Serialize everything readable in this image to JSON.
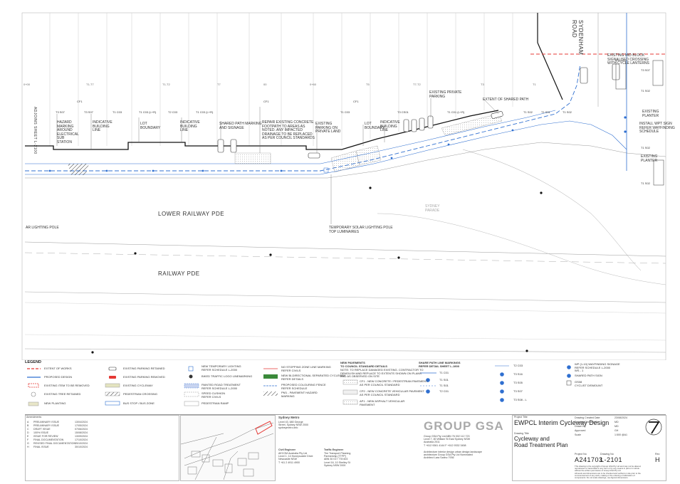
{
  "roads": {
    "lower_railway": "LOWER RAILWAY PDE",
    "railway": "RAILWAY PDE",
    "sydenham": "SYDENHAM ROAD",
    "adjoins": "ADJOINS SHEET L-2100"
  },
  "chainages": [
    "0+00",
    "T1-T7",
    "T1-T2",
    "T1-T3",
    "T7",
    "T7",
    "0+60",
    "00",
    "0+60",
    "T5",
    "T7-T2",
    "T3",
    "T1",
    "T1-T3",
    "T1-T3",
    "T1-T4",
    "T1-T5",
    "T1-T2"
  ],
  "callouts": [
    {
      "id": "c1",
      "text": "HAZARD\nMARKING\nAROUND\nELECTRICAL\nSUB\nSTATION"
    },
    {
      "id": "c2",
      "text": "INDICATIVE\nBUILDING\nLINE"
    },
    {
      "id": "c3",
      "text": "LOT\nBOUNDARY"
    },
    {
      "id": "c4",
      "text": "INDICATIVE\nBUILDING\nLINE"
    },
    {
      "id": "c5",
      "text": "SHARED PATH MARKING\nAND SIGNAGE"
    },
    {
      "id": "c6",
      "text": "REPAIR EXISTING CONCRETE\nFOOTPATH TO AREAS AS\nNOTED. ANY IMPACTED\nDRAINAGE TO BE REPLACED\nAS PER COUNCIL STANDARDS"
    },
    {
      "id": "c7",
      "text": "EXISTING\nPARKING ON\nPRIVATE LAND"
    },
    {
      "id": "c8",
      "text": "LOT\nBOUNDARY"
    },
    {
      "id": "c9",
      "text": "INDICATIVE\nBUILDING\nLINE"
    },
    {
      "id": "c10",
      "text": "EXISTING PRIVATE\nPARKING"
    },
    {
      "id": "c11",
      "text": "EXTENT OF SHARED PATH"
    },
    {
      "id": "c12",
      "text": "EXISTING MID BLOCK\nSIGNALISED CROSSING\nWITH CYCLE LANTERNS"
    },
    {
      "id": "c13",
      "text": "EXISTING\nPLANTER"
    },
    {
      "id": "c14",
      "text": "INSTALL WPT SIGN\nREFER WAYFINDING\nSCHEDULE"
    },
    {
      "id": "c15",
      "text": "EXISTING\nPLANTER"
    },
    {
      "id": "c16",
      "text": "TEMPORARY SOLAR LIGHTING POLE\nTOP LUMINAIRES"
    },
    {
      "id": "c17",
      "text": "SYDNEY\nPARADE"
    },
    {
      "id": "c18",
      "text": "AR LIGHTING POLE"
    }
  ],
  "codes": [
    "T3 S07",
    "T3 S07",
    "T1 C03",
    "T1 C03 (L+R)",
    "T2 C03",
    "T1 C03 (L+R)",
    "CF1",
    "CF1",
    "T1 C03",
    "CF1",
    "T3 CS01",
    "T1 C01 (L+R)",
    "T1 S02",
    "T1 S01",
    "T1 S02",
    "T3 S07",
    "T1 S02",
    "T1 S02",
    "T1 S02"
  ],
  "legend": {
    "title": "LEGEND",
    "col1": [
      "EXTENT OF WORKS",
      "PROPOSED DESIGN",
      "EXISTING ITEM TO BE REMOVED",
      "EXISTING TREE RETAINED",
      "NEW PLANTING"
    ],
    "col2": [
      "EXISTING PARKING RETAINED",
      "EXISTING PARKING REMOVED",
      "EXISTING CYCLEWAY",
      "PEDESTRIAN CROSSING",
      "BUS STOP / BUS ZONE"
    ],
    "col3": [
      "NEW TEMPORARY LIGHTING\nREFER SCHEDULE L-2000",
      "BIKED TRAFFIC LOGO LINEMARKING",
      "PAINTED ROAD TREATMENT\nREFER SCHEDULE L-2000",
      "SPEED CUSHION\nREFER CIVILS",
      "PEDESTRIAN RAMP"
    ],
    "col4": [
      "NO STOPPING ZONE LINE MARKING\nREFER CIVILS",
      "NEW BI-DIRECTIONAL SEPARATED CYCLEWAY\nREFER DETAILS",
      "PROPOSED COLOURING FENCE\nREFER SCHEDULE",
      "PM1 - PAVEMENT HAZARD\nMARKING"
    ],
    "col5_title": "NEW PAVEMENTS\nTO COUNCIL STANDARD DETAILS",
    "col5_note": "NOTE: TO REPLACE DAMAGED EXISTING. CONTRACTOR TO\nDEMOLISH AND REPLACE TO EXTENTS SHOWN ON PLANS\nAND AS OBSERVED ON SITE",
    "col5": [
      "CF1 - NEW CONCRETE / PEDESTRIAN PAVEMENT\nAS PER COUNCIL STANDARD",
      "CP2 - NEW CONCRETE VEHICULAR PAVEMENT\nAS PER COUNCIL STANDARD",
      "AP1 - NEW ASPHALT VEHICULAR\nPAVEMENT"
    ],
    "col6_title": "SHARE PATH LINE MARKINGS\nREFER DETAIL SHEET L-1900",
    "col6": [
      "T1 C01",
      "T1 S01",
      "T1 S01",
      "T2 C01"
    ],
    "col7": [
      "T2 C03",
      "T3 S16",
      "T3 S05",
      "T3 S07",
      "T3 S08 - L"
    ],
    "col8": [
      "WP (1-10) WAYFINDING SIGNAGE\nREFER SCHEDULE L-2000\nWS - 1",
      "SHARED PATH SIGN",
      "GS08\nCYCLIST DISMOUNT"
    ]
  },
  "titleblock": {
    "amendments_label": "Amendments",
    "amendments": [
      {
        "rev": "A",
        "desc": "PRELIMINARY ISSUE",
        "date": "13/04/2024"
      },
      {
        "rev": "B",
        "desc": "PRELIMINARY ISSUE",
        "date": "17/05/2024"
      },
      {
        "rev": "C",
        "desc": "DRAFT ISSUE",
        "date": "07/06/2024"
      },
      {
        "rev": "D",
        "desc": "100% ISSUE",
        "date": "15/08/2024"
      },
      {
        "rev": "E",
        "desc": "ISSUE FOR REVIEW",
        "date": "13/09/2024"
      },
      {
        "rev": "F",
        "desc": "FINAL DOCUMENTATION",
        "date": "17/10/2024"
      },
      {
        "rev": "G",
        "desc": "REVISED FINAL DOCUMENTATION",
        "date": "25/10/2024"
      },
      {
        "rev": "H",
        "desc": "FINAL ISSUE",
        "date": "30/10/2024"
      }
    ],
    "client_name": "Sydney Metro",
    "client_addr": "Level 43, 680 George\nStreet, Sydney NSW 2000\nsydneymetro.info",
    "civil_label": "Civil Engineer",
    "civil": "AECOM Australia Pty Ltd\nLevel 1, 14 Honeysuckle Drive\nNewcastle NSW\nT +61 2 4911 4900",
    "traffic_label": "Traffic Engineer",
    "traffic": "The Transport Planning\nPartnership (TTPP)\nABN 30 017 778 603\nLevel 16, 10 Shelley St\nSydney NSW 2000",
    "logo": "GROUP GSA",
    "firm": "Group GSA Pty Ltd  ABN 76 002 112 723\nLevel 7, 80 William St East Sydney NSW\nAustralia 2011\nT +612 9361 4144   F +612 9332 3458",
    "firm_note": "Architecture interior design urban design landscape\narchitecture Group GSA Pty Ltd Nominated\nArchitect Lara Sarino 7936",
    "project_label": "Project Title",
    "project": "EWPCL Interim Cycleway Design",
    "drawing_label": "Drawing Title",
    "drawing": "Cycleway and\nRoad Treatment Plan",
    "meta": [
      {
        "k": "Drawing Created Date",
        "v": "23/08/2024"
      },
      {
        "k": "Drawing Checked By",
        "v": "MD"
      },
      {
        "k": "Drawn By",
        "v": "MD"
      },
      {
        "k": "Approved",
        "v": "GH"
      },
      {
        "k": "Scale",
        "v": "1:500 @A1"
      }
    ],
    "project_no_label": "Project No",
    "drawing_no_label": "Drawing No",
    "rev_label": "Rev",
    "project_no": "A241703",
    "drawing_no": "L-2101",
    "rev": "H",
    "disclaimer": "This drawing is the copyright of Group GSA Pty Ltd and may not be altered,\nreproduced or transmitted in any form or by any means in part or in whole\nwithout the written permission of Group GSA Pty Ltd.\nAll levels and dimensions are to be checked and verified on site prior to the\ncommencement of any work, making or the ordering or fabrication of\ncomponents. Do not scale drawings, use figured dimensions."
  },
  "colors": {
    "design": "#2f6fd0",
    "removed": "#e03030",
    "extent": "#e53935",
    "cycle": "#3b7dd8",
    "line": "#555555"
  }
}
